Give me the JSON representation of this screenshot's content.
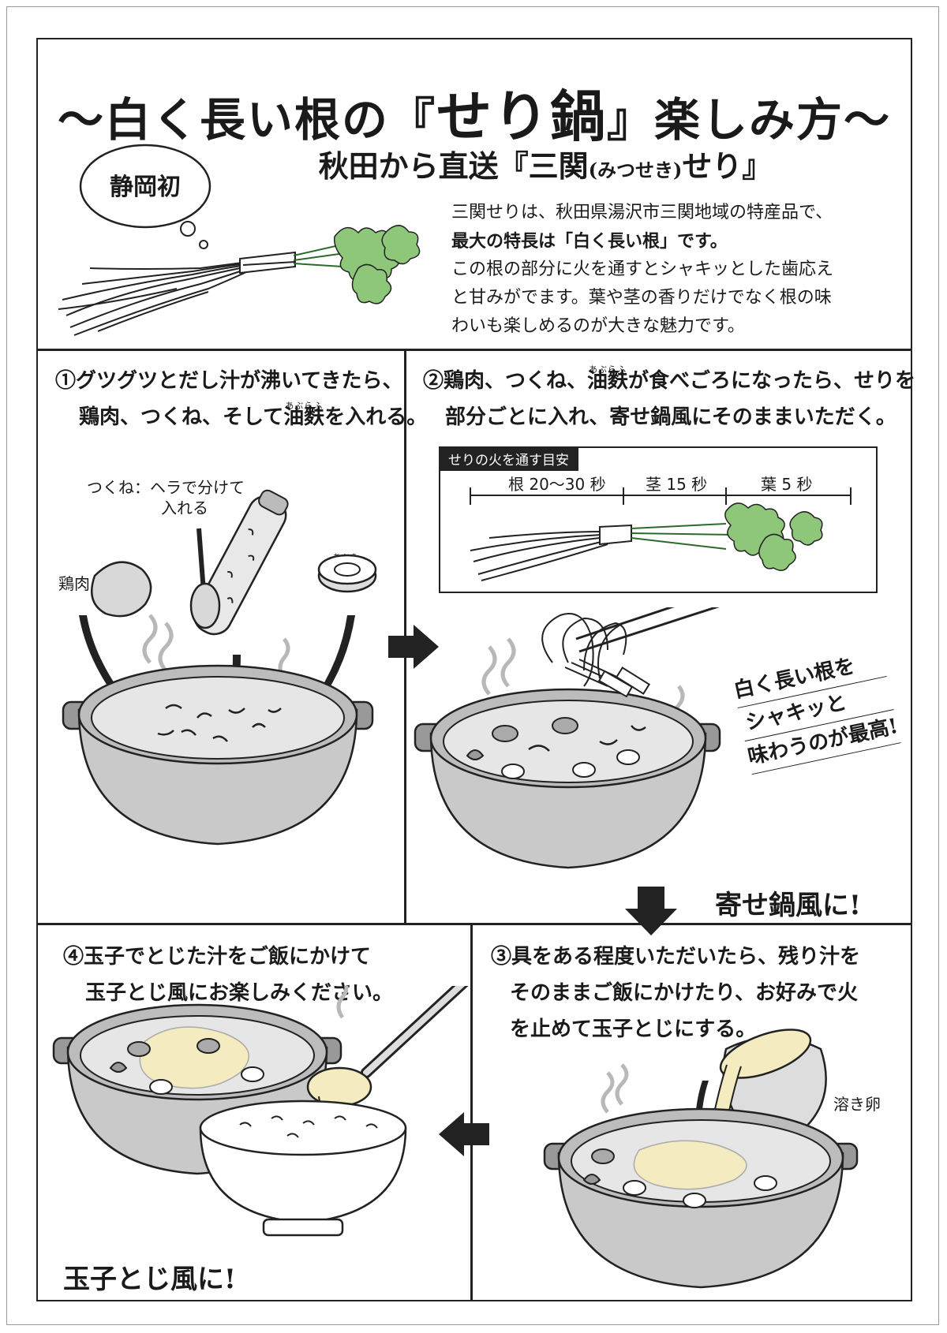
{
  "header": {
    "title_prefix": "〜白く長い根の『",
    "title_main": "せり鍋",
    "title_suffix": "』楽しみ方〜",
    "subtitle_prefix": "秋田から直送『三関",
    "subtitle_reading": "(みつせき)",
    "subtitle_suffix": "せり』",
    "bubble": "静岡初",
    "intro_lines": [
      "三関せりは、秋田県湯沢市三関地域の特産品で、",
      "最大の特長は「白く長い根」です。",
      "この根の部分に火を通すとシャキッとした歯応え",
      "と甘みがでます。葉や茎の香りだけでなく根の味",
      "わいも楽しめるのが大きな魅力です。"
    ]
  },
  "step1": {
    "line1": "①グツグツとだし汁が沸いてきたら、",
    "line2_pre": "鶏肉、つくね、そして",
    "line2_ruby": "油麩",
    "line2_ruby_reading": "あぶらふ",
    "line2_post": "を入れる。",
    "label_tsukune_1": "つくね：ヘラで分けて",
    "label_tsukune_2": "入れる",
    "label_chicken": "鶏肉",
    "label_aburafu": "油麩",
    "label_aburafu_reading": "あぶらふ"
  },
  "step2": {
    "line1_pre": "②鶏肉、つくね、",
    "line1_ruby": "油麩",
    "line1_ruby_reading": "あぶらふ",
    "line1_post": "が食べごろになったら、せりを",
    "line2": "部分ごとに入れ、寄せ鍋風にそのままいただく。",
    "guide_title": "せりの火を通す目安",
    "guide_items": [
      "根 20〜30 秒",
      "茎 15 秒",
      "葉 5 秒"
    ],
    "callout": [
      "白く長い根を",
      "シャキッと",
      "味わうのが最高!"
    ],
    "slogan": "寄せ鍋風に!"
  },
  "step3": {
    "lines": [
      "③具をある程度いただいたら、残り汁を",
      "そのままご飯にかけたり、お好みで火",
      "を止めて玉子とじにする。"
    ],
    "label_egg": "溶き卵"
  },
  "step4": {
    "lines": [
      "④玉子でとじた汁をご飯にかけて",
      "玉子とじ風にお楽しみください。"
    ],
    "slogan": "玉子とじ風に!"
  },
  "colors": {
    "ink": "#1a1a1a",
    "leaf_green": "#8fc77a",
    "pot_gray": "#c9c9c9",
    "broth_gray": "#e6e6e6",
    "egg_yellow": "#f4ecc0",
    "steam_gray": "#b8b8b8"
  }
}
